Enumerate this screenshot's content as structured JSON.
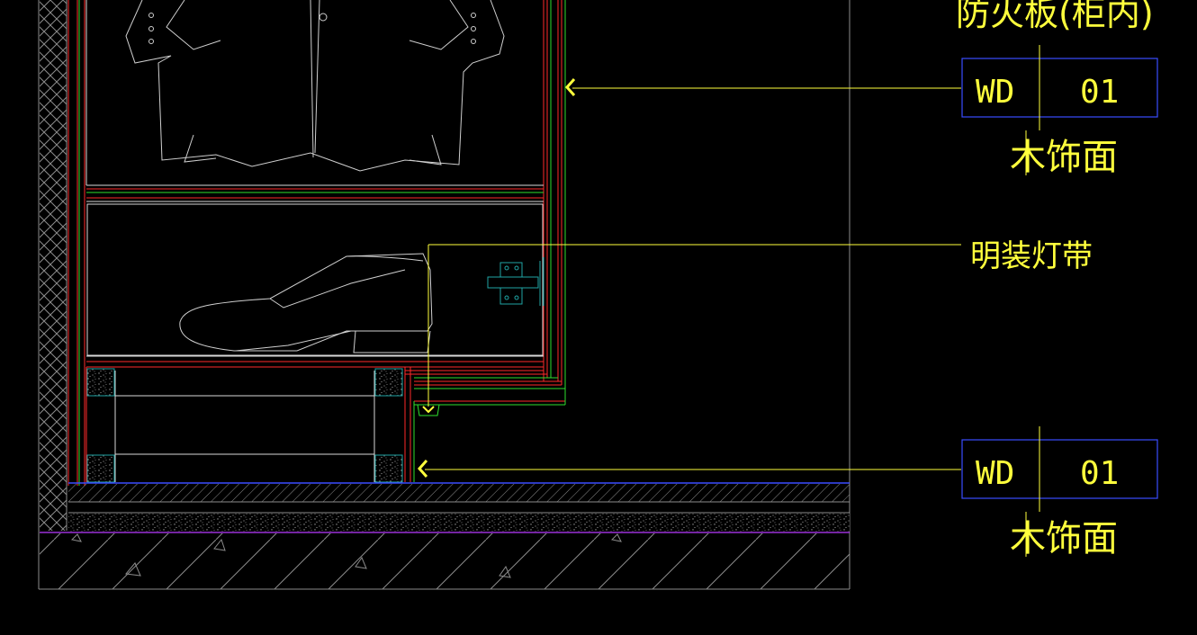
{
  "colors": {
    "background": "#000000",
    "yellow": "#ffff3c",
    "red": "#ff2a2a",
    "green": "#2ee02e",
    "blue": "#3a4cff",
    "cyan": "#1fa5a5",
    "white": "#d8d8d8",
    "gray": "#8c8c8c",
    "purple": "#9b30d8"
  },
  "labels": {
    "top_partial": "防火板(柜内)",
    "light_strip": "明装灯带"
  },
  "tags": [
    {
      "code": "WD",
      "number": "01",
      "material": "木饰面"
    },
    {
      "code": "WD",
      "number": "01",
      "material": "木饰面"
    }
  ]
}
